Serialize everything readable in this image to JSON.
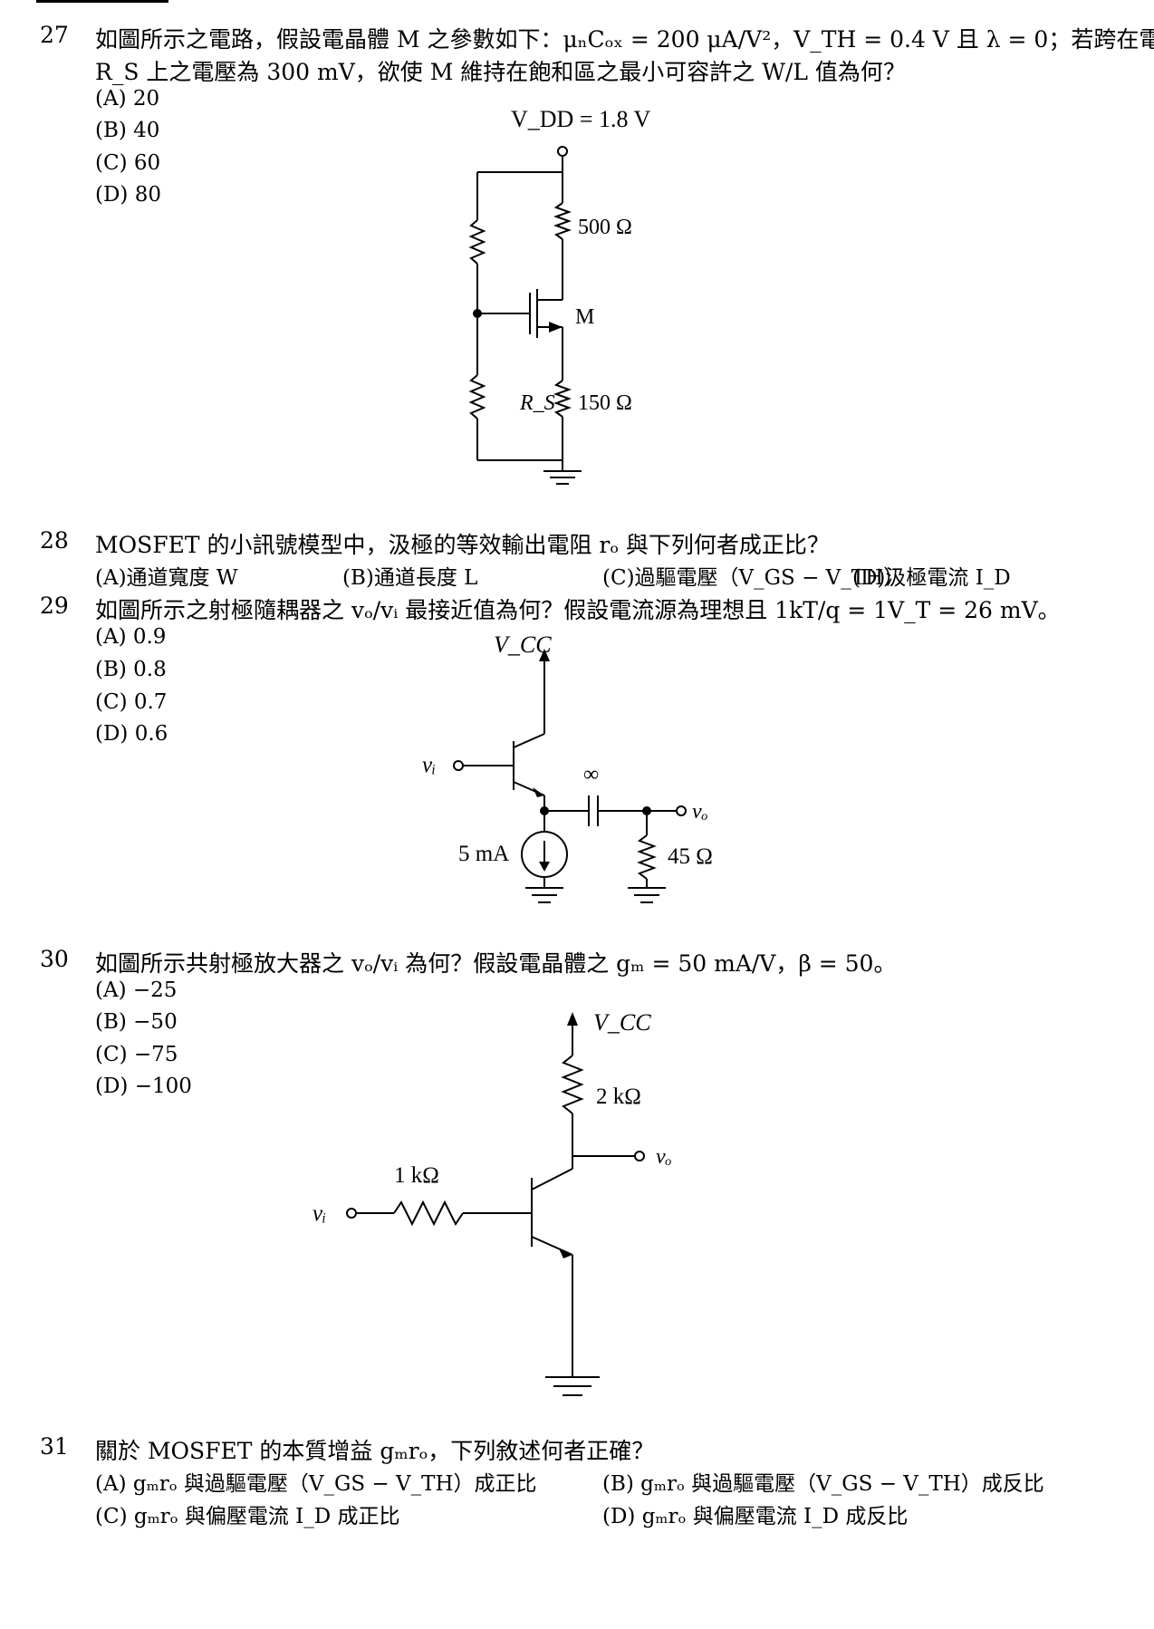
{
  "q27": {
    "number": "27",
    "line1": "如圖所示之電路，假設電晶體 M 之參數如下：μₙCₒₓ = 200 μA/V²，V_TH = 0.4 V 且 λ = 0；若跨在電阻",
    "line2": "R_S 上之電壓為 300 mV，欲使 M 維持在飽和區之最小可容許之 W/L 值為何？",
    "options": [
      "(A) 20",
      "(B) 40",
      "(C) 60",
      "(D) 80"
    ],
    "circuit": {
      "vdd": "V_DD = 1.8 V",
      "rd": "500 Ω",
      "transistor": "M",
      "rs_name": "R_S",
      "rs": "150 Ω"
    }
  },
  "q28": {
    "number": "28",
    "text": "MOSFET 的小訊號模型中，汲極的等效輸出電阻 rₒ 與下列何者成正比？",
    "options": [
      "(A)通道寬度 W",
      "(B)通道長度 L",
      "(C)過驅電壓（V_GS − V_TH）",
      "(D)汲極電流 I_D"
    ]
  },
  "q29": {
    "number": "29",
    "text": "如圖所示之射極隨耦器之 vₒ/vᵢ 最接近值為何？假設電流源為理想且 1kT/q = 1V_T = 26 mV。",
    "options": [
      "(A) 0.9",
      "(B) 0.8",
      "(C) 0.7",
      "(D) 0.6"
    ],
    "circuit": {
      "vcc": "V_CC",
      "vi": "vᵢ",
      "cap": "∞",
      "vo": "vₒ",
      "current": "5 mA",
      "rl": "45 Ω"
    }
  },
  "q30": {
    "number": "30",
    "text": "如圖所示共射極放大器之 vₒ/vᵢ 為何？假設電晶體之 gₘ = 50 mA/V，β = 50。",
    "options": [
      "(A) −25",
      "(B) −50",
      "(C) −75",
      "(D) −100"
    ],
    "circuit": {
      "vcc": "V_CC",
      "rc": "2 kΩ",
      "vo": "vₒ",
      "rb": "1 kΩ",
      "vi": "vᵢ"
    }
  },
  "q31": {
    "number": "31",
    "text": "關於 MOSFET 的本質增益 gₘrₒ，下列敘述何者正確？",
    "options": [
      "(A) gₘrₒ 與過驅電壓（V_GS − V_TH）成正比",
      "(B) gₘrₒ 與過驅電壓（V_GS − V_TH）成反比",
      "(C) gₘrₒ 與偏壓電流 I_D 成正比",
      "(D) gₘrₒ 與偏壓電流 I_D 成反比"
    ]
  }
}
